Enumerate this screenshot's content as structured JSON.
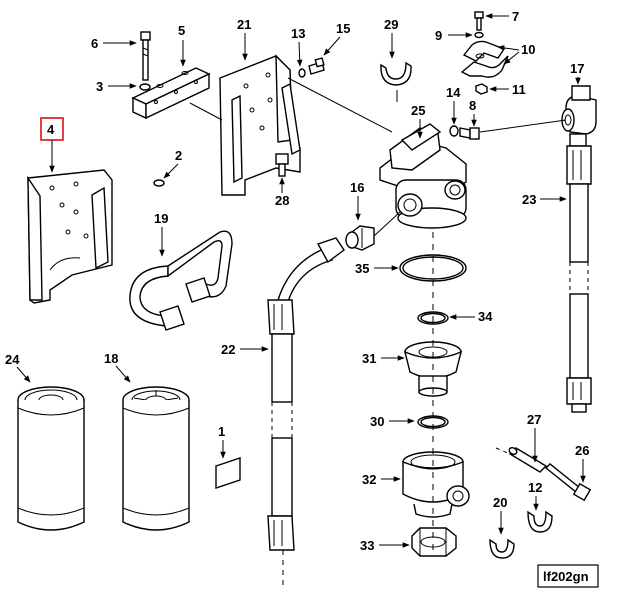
{
  "highlight_color": "#dd1111",
  "figure_id": "lf202gn",
  "callouts": {
    "c1": "1",
    "c2": "2",
    "c3": "3",
    "c4": "4",
    "c5": "5",
    "c6": "6",
    "c7": "7",
    "c8": "8",
    "c9": "9",
    "c10": "10",
    "c11": "11",
    "c12": "12",
    "c13": "13",
    "c14": "14",
    "c15": "15",
    "c16": "16",
    "c17": "17",
    "c18": "18",
    "c19": "19",
    "c20": "20",
    "c21": "21",
    "c22": "22",
    "c23": "23",
    "c24": "24",
    "c25": "25",
    "c26": "26",
    "c27": "27",
    "c28": "28",
    "c29": "29",
    "c30": "30",
    "c31": "31",
    "c32": "32",
    "c33": "33",
    "c34": "34",
    "c35": "35"
  }
}
